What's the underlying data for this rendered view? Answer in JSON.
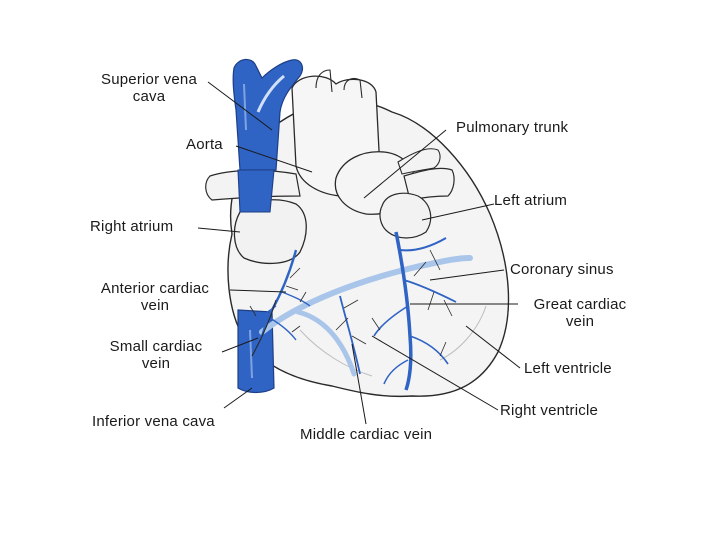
{
  "labels": {
    "superior_vena_cava": [
      "Superior vena",
      "cava"
    ],
    "aorta": "Aorta",
    "right_atrium": "Right atrium",
    "anterior_cardiac_vein": [
      "Anterior cardiac",
      "vein"
    ],
    "small_cardiac_vein": [
      "Small cardiac",
      "vein"
    ],
    "inferior_vena_cava": "Inferior vena cava",
    "pulmonary_trunk": "Pulmonary trunk",
    "left_atrium": "Left atrium",
    "coronary_sinus": "Coronary sinus",
    "great_cardiac_vein": [
      "Great cardiac",
      "vein"
    ],
    "left_ventricle": "Left ventricle",
    "right_ventricle": "Right ventricle",
    "middle_cardiac_vein": "Middle cardiac vein"
  },
  "colors": {
    "vein_blue": "#2f63c4",
    "vein_light": "#a9c6ea",
    "outline": "#2a2a2a",
    "heart_fill": "#f4f4f4",
    "background": "#ffffff"
  }
}
